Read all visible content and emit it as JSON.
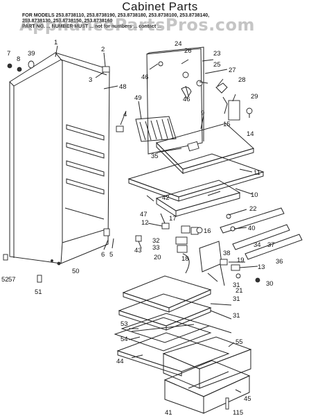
{
  "header": {
    "title": "Cabinet Parts",
    "models_line1": "FOR MODELS 253.8738110, 253.8738190, 253.8738180, 253.8738100, 253.8738140,",
    "models_line2": "253.8738130, 253.8738150, 253.8738160",
    "models_line3": "PART NO. ... NUMBER MUST ... not for numbers ... contact ...",
    "watermark": "AppliancePartsPros.com"
  },
  "callouts": [
    "1",
    "2",
    "3",
    "4",
    "5",
    "6",
    "7",
    "8",
    "9",
    "10",
    "11",
    "12",
    "13",
    "14",
    "15",
    "16",
    "17",
    "18",
    "19",
    "20",
    "21",
    "22",
    "23",
    "24",
    "25",
    "26",
    "27",
    "28",
    "29",
    "30",
    "31",
    "31",
    "31",
    "32",
    "33",
    "34",
    "35",
    "36",
    "37",
    "38",
    "39",
    "40",
    "41",
    "42",
    "43",
    "44",
    "45",
    "46",
    "46",
    "47",
    "48",
    "49",
    "50",
    "51",
    "52",
    "53",
    "54",
    "55",
    "57",
    "115"
  ]
}
